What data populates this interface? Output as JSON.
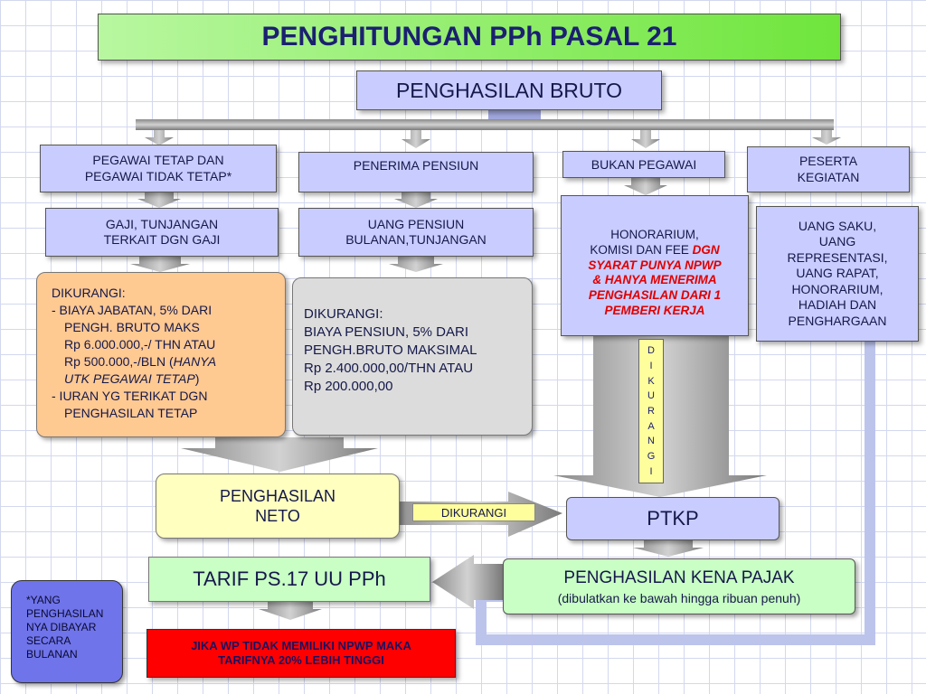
{
  "title": "PENGHITUNGAN PPh PASAL 21",
  "bruto": "PENGHASILAN BRUTO",
  "categories": {
    "tetap": "PEGAWAI TETAP DAN\nPEGAWAI TIDAK TETAP*",
    "pensiun": "PENERIMA PENSIUN",
    "bukan": "BUKAN PEGAWAI",
    "peserta": "PESERTA\nKEGIATAN"
  },
  "income": {
    "gaji": "GAJI, TUNJANGAN\nTERKAIT DGN GAJI",
    "pensiun": "UANG PENSIUN\nBULANAN,TUNJANGAN",
    "honor_normal": "HONORARIUM,\nKOMISI DAN FEE ",
    "honor_red": "DGN\nSYARAT PUNYA NPWP\n& HANYA MENERIMA\nPENGHASILAN DARI 1\nPEMBERI KERJA",
    "saku": "UANG SAKU,\nUANG\nREPRESENTASI,\nUANG RAPAT,\nHONORARIUM,\nHADIAH DAN\nPENGHARGAAN"
  },
  "deductions": {
    "tetap": {
      "heading": "DIKURANGI:",
      "line1": "-  BIAYA JABATAN, 5% DARI",
      "line2": "PENGH. BRUTO MAKS",
      "line3": "Rp 6.000.000,-/ THN  ATAU",
      "line4a": "Rp 500.000,-/BLN (",
      "line4b": "HANYA",
      "line5": "UTK PEGAWAI TETAP",
      "line5end": ")",
      "line6": "-  IURAN YG TERIKAT DGN",
      "line7": "PENGHASILAN TETAP"
    },
    "pensiun": "DIKURANGI:\nBIAYA PENSIUN, 5% DARI\nPENGH.BRUTO MAKSIMAL\nRp 2.400.000,00/THN ATAU\nRp 200.000,00"
  },
  "dikurangi_vertical": [
    "D",
    "I",
    "K",
    "U",
    "R",
    "A",
    "N",
    "G",
    "I"
  ],
  "neto": "PENGHASILAN\nNETO",
  "dikurangi_label": "DIKURANGI",
  "ptkp": "PTKP",
  "tarif": "TARIF PS.17 UU PPh",
  "pkp": {
    "title": "PENGHASILAN  KENA  PAJAK",
    "sub": "(dibulatkan ke bawah hingga ribuan penuh)"
  },
  "note": "*YANG\nPENGHASILAN\nNYA DIBAYAR\nSECARA\nBULANAN",
  "npwp": "JIKA WP TIDAK MEMILIKI NPWP MAKA\nTARIFNYA 20% LEBIH TINGGI",
  "colors": {
    "title_green": "#7ee84a",
    "box_blue": "#c9ccff",
    "orange": "#ffc992",
    "grey": "#dcdcdc",
    "yellow": "#ffffc0",
    "red": "#ff0000",
    "note_blue": "#6f74ea"
  }
}
